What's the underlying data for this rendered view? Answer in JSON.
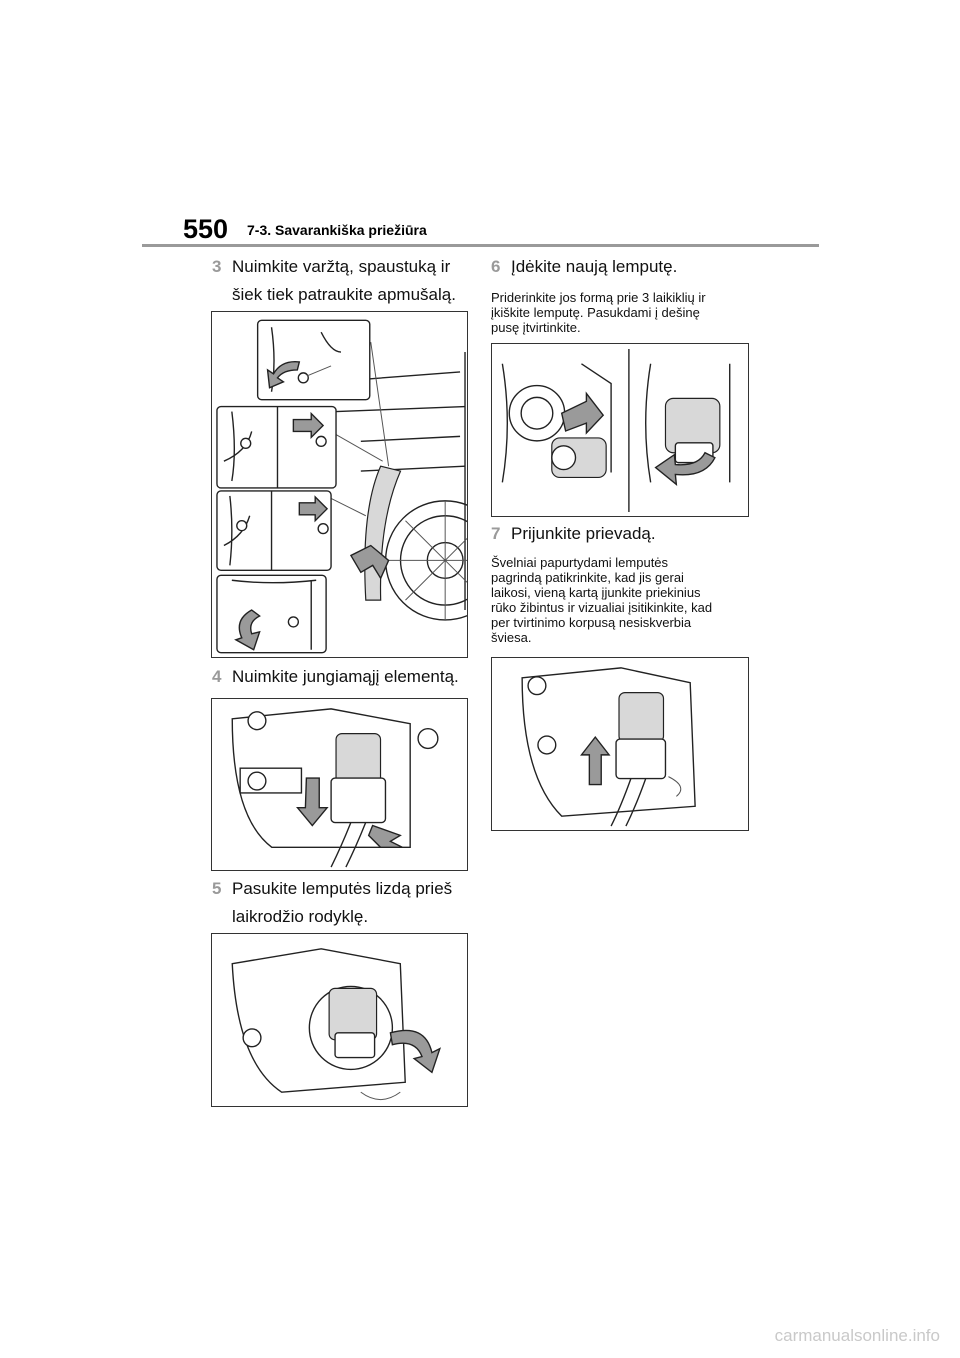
{
  "header": {
    "page_number": "550",
    "section_title": "7-3. Savarankiška priežiūra"
  },
  "left_column": {
    "step3": {
      "number": "3",
      "line1": "Nuimkite varžtą, spaustuką ir",
      "line2": "šiek tiek patraukite apmušalą."
    },
    "step4": {
      "number": "4",
      "line1": "Nuimkite jungiamąjį elementą."
    },
    "step5": {
      "number": "5",
      "line1": "Pasukite lemputės lizdą prieš",
      "line2": "laikrodžio rodyklę."
    }
  },
  "right_column": {
    "step6": {
      "number": "6",
      "line1": "Įdėkite naują lemputę.",
      "note": [
        "Priderinkite jos formą prie 3 laikiklių ir",
        "įkiškite lemputę. Pasukdami į dešinę",
        "pusę įtvirtinkite."
      ]
    },
    "step7": {
      "number": "7",
      "line1": "Prijunkite prievadą.",
      "note": [
        "Švelniai papurtydami lemputės",
        "pagrindą patikrinkite, kad jis gerai",
        "laikosi, vieną kartą įjunkite priekinius",
        "rūko žibintus ir vizualiai įsitikinkite, kad",
        "per tvirtinimo korpusą nesiskverbia",
        "šviesa."
      ]
    }
  },
  "watermark": "carmanualsonline.info",
  "colors": {
    "step_number": "#9a9a9a",
    "rule": "#9a9a9a",
    "arrow_fill": "#9a9a9a"
  }
}
